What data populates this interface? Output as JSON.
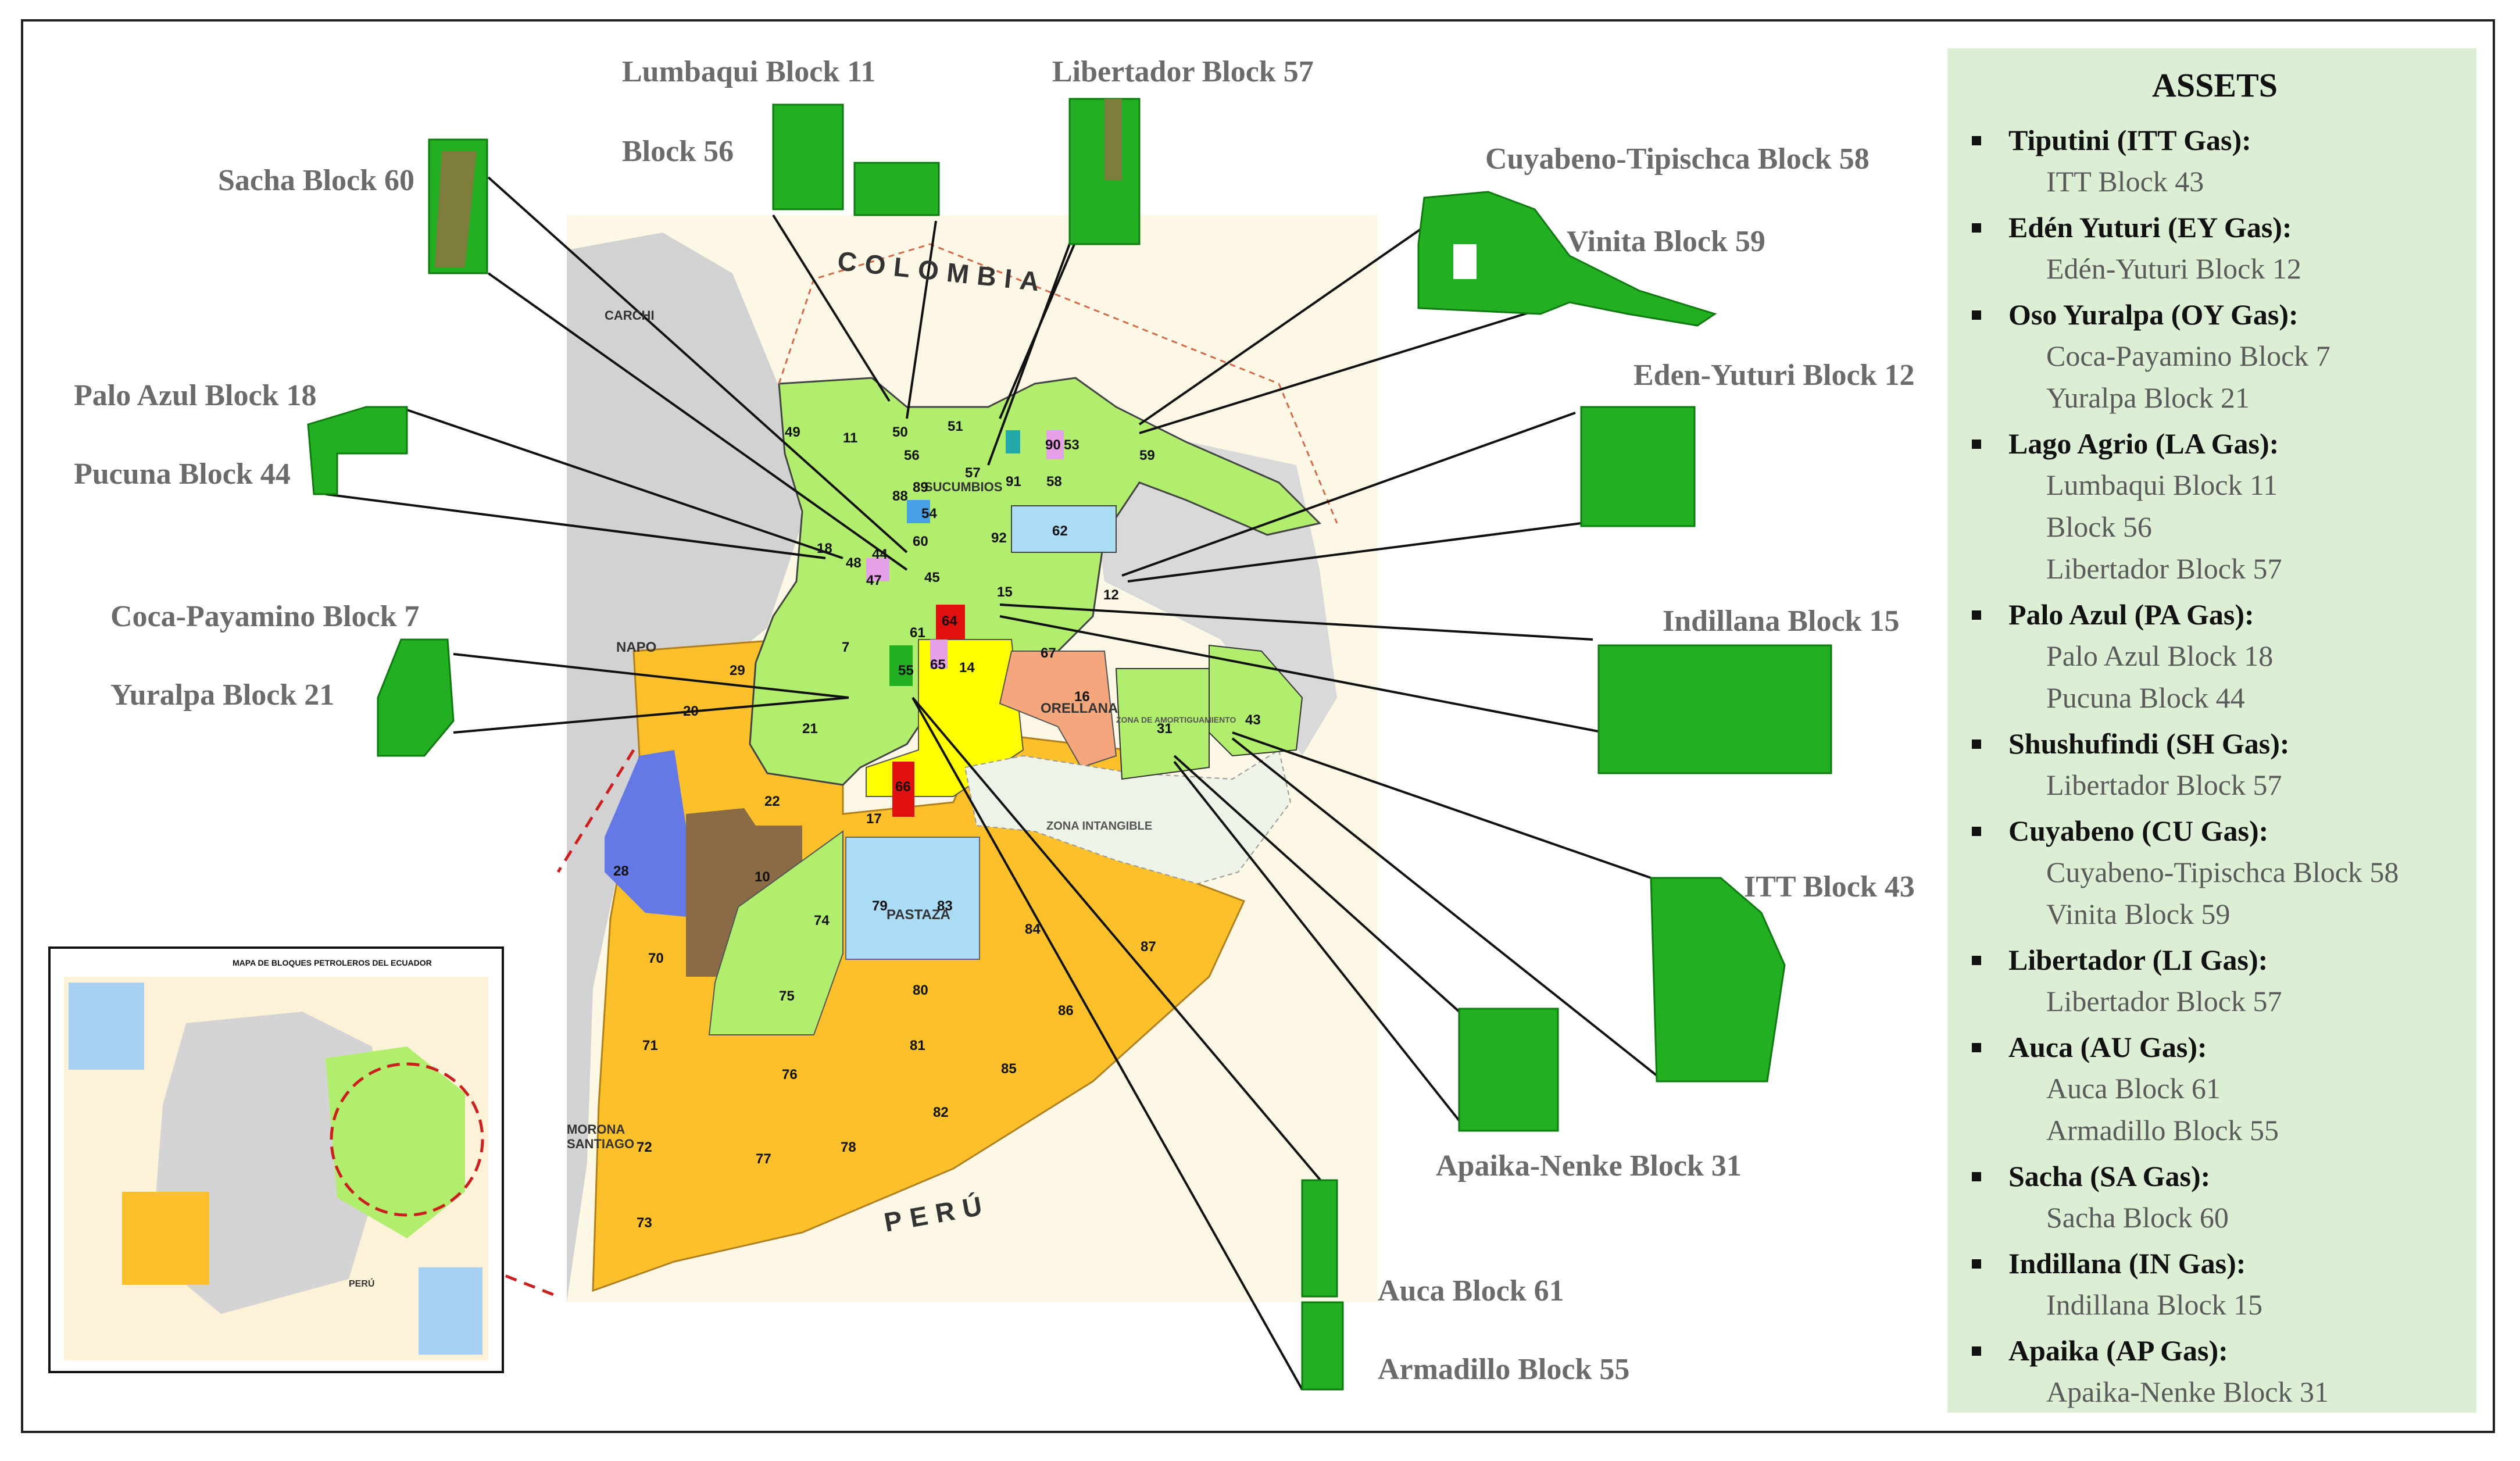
{
  "callouts": [
    {
      "id": "lumbaqui",
      "label": "Lumbaqui Block 11"
    },
    {
      "id": "block56",
      "label": "Block  56"
    },
    {
      "id": "libertador",
      "label": "Libertador Block 57"
    },
    {
      "id": "sacha",
      "label": "Sacha Block 60"
    },
    {
      "id": "cuyabeno",
      "label": "Cuyabeno-Tipischca Block 58"
    },
    {
      "id": "vinita",
      "label": "Vinita Block 59"
    },
    {
      "id": "edenyuturi",
      "label": "Eden-Yuturi Block 12"
    },
    {
      "id": "paloazul",
      "label": "Palo Azul Block 18"
    },
    {
      "id": "pucuna",
      "label": "Pucuna Block 44"
    },
    {
      "id": "indillana",
      "label": "Indillana Block 15"
    },
    {
      "id": "cocapayamino",
      "label": "Coca-Payamino  Block 7"
    },
    {
      "id": "yuralpa",
      "label": "Yuralpa Block 21"
    },
    {
      "id": "itt",
      "label": "ITT Block 43"
    },
    {
      "id": "apaika",
      "label": "Apaika-Nenke Block 31"
    },
    {
      "id": "auca",
      "label": "Auca Block 61"
    },
    {
      "id": "armadillo",
      "label": "Armadillo Block 55"
    }
  ],
  "map_text": {
    "colombia": "COLOMBIA",
    "peru": "PERÚ",
    "carchi": "CARCHI",
    "napo": "NAPO",
    "sucumbios": "SUCUMBIOS",
    "orellana": "ORELLANA",
    "pastaza": "PASTAZA",
    "morona": "MORONA",
    "santiago": "SANTIAGO",
    "zona_intangible": "ZONA INTANGIBLE",
    "zona_amortiguamiento": "ZONA DE AMORTIGUAMIENTO",
    "inset_title": "MAPA DE BLOQUES PETROLEROS DEL ECUADOR",
    "inset_peru": "PERÚ"
  },
  "blocks": [
    "49",
    "11",
    "50",
    "51",
    "56",
    "57",
    "90",
    "53",
    "58",
    "59",
    "88",
    "89",
    "91",
    "54",
    "62",
    "60",
    "92",
    "18",
    "48",
    "44",
    "47",
    "45",
    "15",
    "12",
    "61",
    "64",
    "7",
    "43",
    "65",
    "14",
    "67",
    "16",
    "29",
    "20",
    "21",
    "31",
    "66",
    "17",
    "22",
    "28",
    "10",
    "74",
    "79",
    "83",
    "84",
    "87",
    "70",
    "75",
    "80",
    "86",
    "71",
    "76",
    "81",
    "85",
    "82",
    "72",
    "77",
    "78",
    "73",
    "55"
  ],
  "colors": {
    "operated_green": "#b2ee6e",
    "callout_green": "#22b022",
    "callout_field": "#7e7e3c",
    "future_orange": "#fcc02a",
    "pastaza_blue": "#aadcf5",
    "block28_blue": "#6478e6",
    "block10_brown": "#8b6b46",
    "yellow": "#ffff00",
    "red": "#e01010",
    "salmon": "#f4a77c",
    "intangible": "#eef3e8",
    "assets_bg": "#dcefd5"
  },
  "assets": {
    "title": "ASSETS",
    "items": [
      {
        "name": "Tiputini (ITT Gas):",
        "blocks": [
          "ITT Block 43"
        ]
      },
      {
        "name": "Edén Yuturi (EY Gas):",
        "blocks": [
          "Edén-Yuturi Block 12"
        ]
      },
      {
        "name": "Oso Yuralpa (OY Gas):",
        "blocks": [
          "Coca-Payamino Block 7",
          "Yuralpa Block 21"
        ]
      },
      {
        "name": "Lago Agrio (LA Gas):",
        "blocks": [
          "Lumbaqui Block 11",
          "Block 56",
          "Libertador Block 57"
        ]
      },
      {
        "name": "Palo Azul (PA Gas):",
        "blocks": [
          "Palo Azul Block 18",
          "Pucuna Block 44"
        ]
      },
      {
        "name": "Shushufindi (SH Gas):",
        "blocks": [
          "Libertador Block 57"
        ]
      },
      {
        "name": "Cuyabeno (CU Gas):",
        "blocks": [
          "Cuyabeno-Tipischca Block 58",
          "Vinita Block 59"
        ]
      },
      {
        "name": "Libertador (LI Gas):",
        "blocks": [
          "Libertador Block 57"
        ]
      },
      {
        "name": "Auca (AU Gas):",
        "blocks": [
          "Auca Block 61",
          "Armadillo Block 55"
        ]
      },
      {
        "name": "Sacha (SA Gas):",
        "blocks": [
          "Sacha Block 60"
        ]
      },
      {
        "name": "Indillana (IN Gas):",
        "blocks": [
          "Indillana Block 15"
        ]
      },
      {
        "name": "Apaika (AP Gas):",
        "blocks": [
          "Apaika-Nenke Block 31"
        ]
      }
    ]
  }
}
